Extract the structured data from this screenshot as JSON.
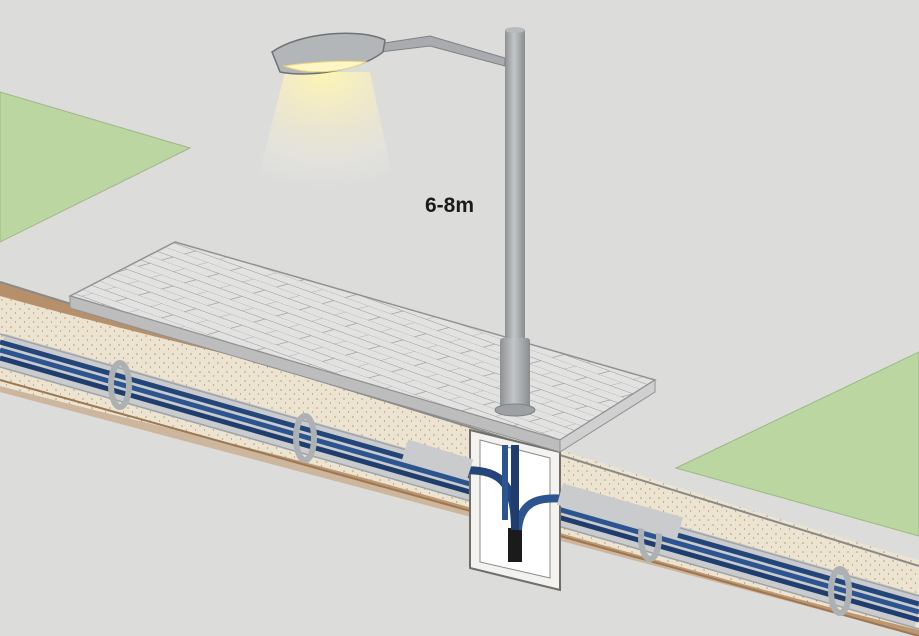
{
  "diagram": {
    "pole_height_label": "6-8m"
  },
  "colors": {
    "ground": "#dcdcda",
    "grass": "#bcd6a2",
    "soil": "#b5906a",
    "sand": "#eae2cf",
    "conduit": "#c9cbcd",
    "cable": "#23467a",
    "paving": "#e3e3e1",
    "pole": "#a9acaf",
    "lamp_glow": "#fff4b8"
  },
  "icons": [
    "street-lamp-icon",
    "paving-slab",
    "junction-pit",
    "conduit-bundle"
  ]
}
